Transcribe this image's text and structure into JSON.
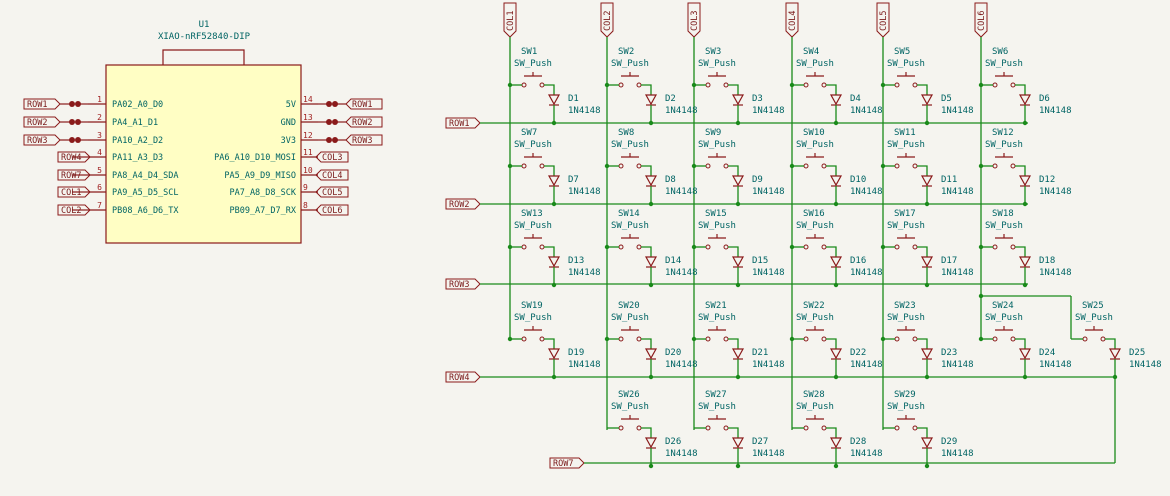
{
  "mcu": {
    "ref": "U1",
    "value": "XIAO-nRF52840-DIP",
    "left_pins": [
      {
        "num": "1",
        "name": "PA02_A0_D0",
        "net": "ROW1",
        "noconnect": true
      },
      {
        "num": "2",
        "name": "PA4_A1_D1",
        "net": "ROW2",
        "noconnect": true
      },
      {
        "num": "3",
        "name": "PA10_A2_D2",
        "net": "ROW3",
        "noconnect": true
      },
      {
        "num": "4",
        "name": "PA11_A3_D3",
        "net": "ROW4",
        "noconnect": false
      },
      {
        "num": "5",
        "name": "PA8_A4_D4_SDA",
        "net": "ROW7",
        "noconnect": false
      },
      {
        "num": "6",
        "name": "PA9_A5_D5_SCL",
        "net": "COL1",
        "noconnect": false
      },
      {
        "num": "7",
        "name": "PB08_A6_D6_TX",
        "net": "COL2",
        "noconnect": false
      }
    ],
    "right_pins": [
      {
        "num": "14",
        "name": "5V",
        "net": "ROW1",
        "noconnect": true
      },
      {
        "num": "13",
        "name": "GND",
        "net": "ROW2",
        "noconnect": true
      },
      {
        "num": "12",
        "name": "3V3",
        "net": "ROW3",
        "noconnect": true
      },
      {
        "num": "11",
        "name": "PA6_A10_D10_MOSI",
        "net": "COL3",
        "noconnect": false
      },
      {
        "num": "10",
        "name": "PA5_A9_D9_MISO",
        "net": "COL4",
        "noconnect": false
      },
      {
        "num": "9",
        "name": "PA7_A8_D8_SCK",
        "net": "COL5",
        "noconnect": false
      },
      {
        "num": "8",
        "name": "PB09_A7_D7_RX",
        "net": "COL6",
        "noconnect": false
      }
    ]
  },
  "columns": [
    "COL1",
    "COL2",
    "COL3",
    "COL4",
    "COL5",
    "COL6"
  ],
  "rows": [
    "ROW1",
    "ROW2",
    "ROW3",
    "ROW4"
  ],
  "row7_label": "ROW7",
  "switch_value": "SW_Push",
  "diode_value": "1N4148",
  "matrix": [
    [
      {
        "sw": "SW1",
        "d": "D1"
      },
      {
        "sw": "SW2",
        "d": "D2"
      },
      {
        "sw": "SW3",
        "d": "D3"
      },
      {
        "sw": "SW4",
        "d": "D4"
      },
      {
        "sw": "SW5",
        "d": "D5"
      },
      {
        "sw": "SW6",
        "d": "D6"
      }
    ],
    [
      {
        "sw": "SW7",
        "d": "D7"
      },
      {
        "sw": "SW8",
        "d": "D8"
      },
      {
        "sw": "SW9",
        "d": "D9"
      },
      {
        "sw": "SW10",
        "d": "D10"
      },
      {
        "sw": "SW11",
        "d": "D11"
      },
      {
        "sw": "SW12",
        "d": "D12"
      }
    ],
    [
      {
        "sw": "SW13",
        "d": "D13"
      },
      {
        "sw": "SW14",
        "d": "D14"
      },
      {
        "sw": "SW15",
        "d": "D15"
      },
      {
        "sw": "SW16",
        "d": "D16"
      },
      {
        "sw": "SW17",
        "d": "D17"
      },
      {
        "sw": "SW18",
        "d": "D18"
      }
    ],
    [
      {
        "sw": "SW19",
        "d": "D19"
      },
      {
        "sw": "SW20",
        "d": "D20"
      },
      {
        "sw": "SW21",
        "d": "D21"
      },
      {
        "sw": "SW22",
        "d": "D22"
      },
      {
        "sw": "SW23",
        "d": "D23"
      },
      {
        "sw": "SW24",
        "d": "D24"
      }
    ]
  ],
  "extra_key": {
    "sw": "SW25",
    "d": "D25"
  },
  "thumb_row": [
    {
      "sw": "SW26",
      "d": "D26"
    },
    {
      "sw": "SW27",
      "d": "D27"
    },
    {
      "sw": "SW28",
      "d": "D28"
    },
    {
      "sw": "SW29",
      "d": "D29"
    }
  ],
  "colors": {
    "wire": "#1a8a1a",
    "symbol": "#8a1a1a",
    "symbol_fill": "#fffec4",
    "text": "#006464",
    "background": "#f5f4ef"
  }
}
